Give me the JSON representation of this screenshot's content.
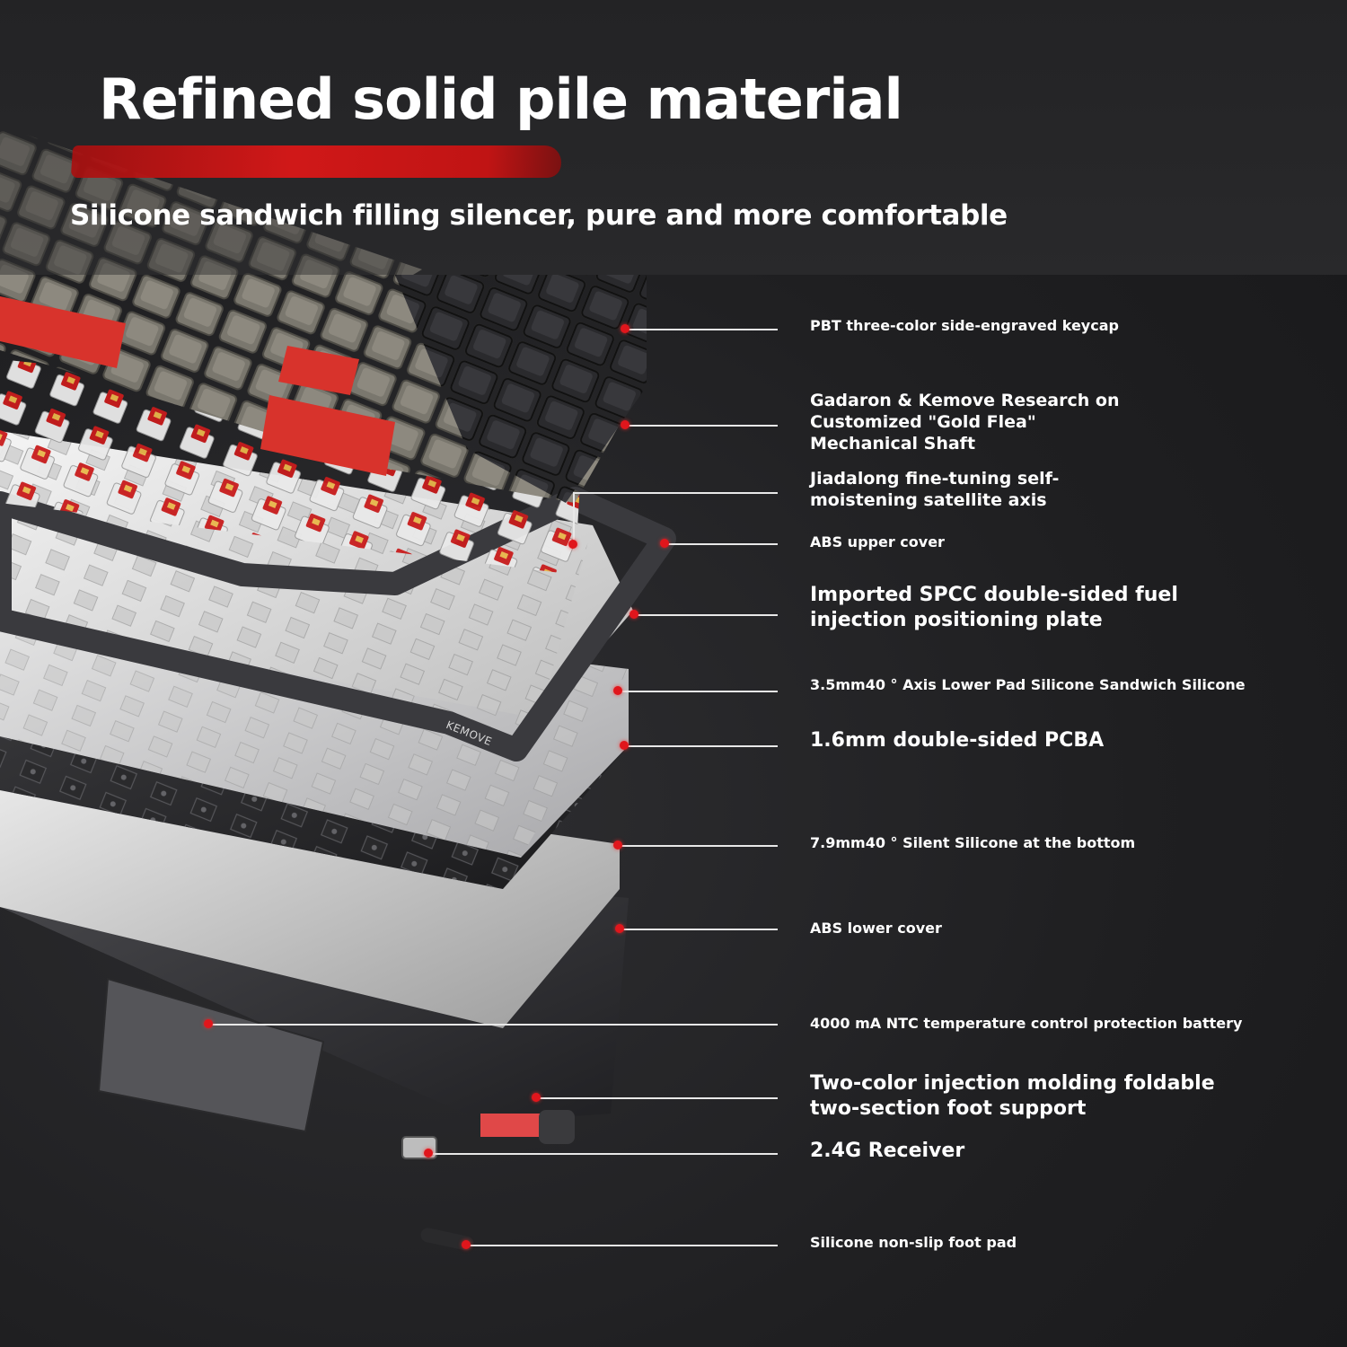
{
  "header": {
    "title": "Refined solid pile material",
    "subtitle": "Silicone sandwich filling silencer, pure and more comfortable"
  },
  "brand_logo": "KEMOVE",
  "components": [
    {
      "lines": [
        "PBT three-color side-engraved keycap"
      ],
      "size": "sm"
    },
    {
      "lines": [
        "Gadaron & Kemove Research on",
        "Customized \"Gold Flea\"",
        "Mechanical Shaft"
      ],
      "size": "md"
    },
    {
      "lines": [
        "Jiadalong fine-tuning self-",
        "moistening satellite axis"
      ],
      "size": "md"
    },
    {
      "lines": [
        "ABS upper cover"
      ],
      "size": "sm"
    },
    {
      "lines": [
        "Imported SPCC double-sided fuel",
        "injection positioning plate"
      ],
      "size": "lg"
    },
    {
      "lines": [
        "3.5mm40 °  Axis Lower Pad Silicone Sandwich Silicone"
      ],
      "size": "sm"
    },
    {
      "lines": [
        "1.6mm double-sided PCBA"
      ],
      "size": "lg"
    },
    {
      "lines": [
        "7.9mm40 °  Silent Silicone at the bottom"
      ],
      "size": "sm"
    },
    {
      "lines": [
        "ABS lower cover"
      ],
      "size": "sm"
    },
    {
      "lines": [
        "4000 mA NTC temperature control protection battery"
      ],
      "size": "sm"
    },
    {
      "lines": [
        "Two-color injection molding foldable",
        "two-section foot support"
      ],
      "size": "lg"
    },
    {
      "lines": [
        "2.4G Receiver"
      ],
      "size": "lg"
    },
    {
      "lines": [
        "Silicone non-slip foot pad"
      ],
      "size": "sm"
    }
  ],
  "colors": {
    "accent_red": "#e0161c",
    "leader_line": "#e8e8e8",
    "text": "#ffffff",
    "background": "#1c1c1e"
  }
}
